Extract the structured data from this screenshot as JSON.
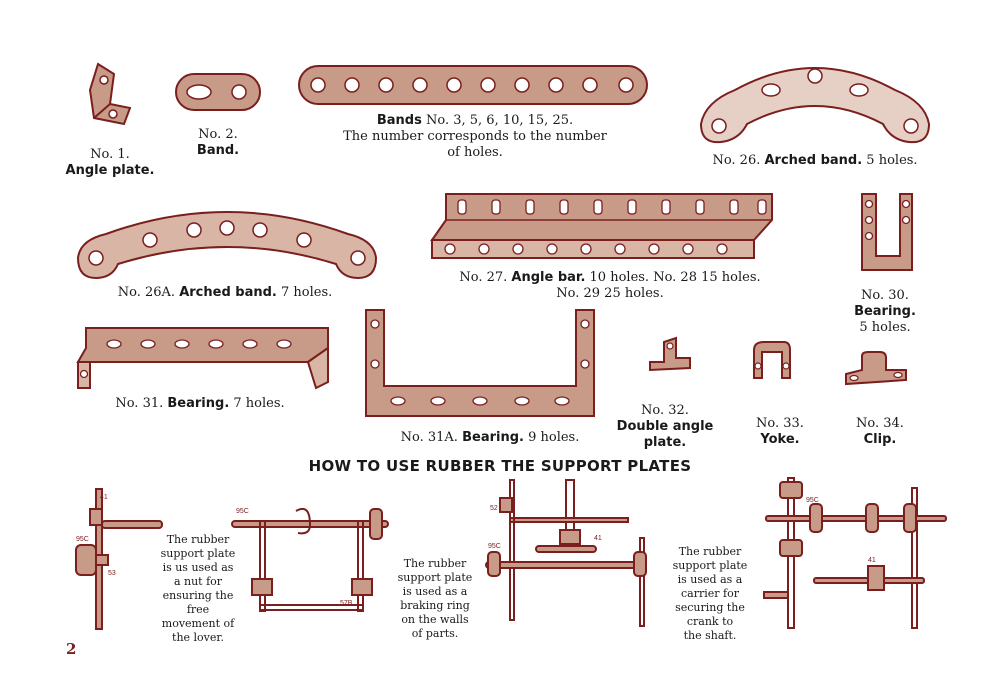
{
  "colors": {
    "part_fill": "#c89a88",
    "part_stroke": "#7a1e1e",
    "hole": "#ffffff"
  },
  "parts": {
    "p1": {
      "num": "No. 1.",
      "name": "Angle plate."
    },
    "p2": {
      "num": "No. 2.",
      "name": "Band."
    },
    "bands": {
      "name": "Bands",
      "rest": " No. 3, 5, 6, 10, 15, 25.",
      "line2": "The number corresponds to the number",
      "line3": "of holes."
    },
    "p26": {
      "num": "No. 26.",
      "name": "Arched band.",
      "rest": " 5 holes."
    },
    "p26a": {
      "num": "No. 26A.",
      "name": "Arched band.",
      "rest": " 7 holes."
    },
    "p27": {
      "num": "No. 27.",
      "name": "Angle bar.",
      "rest": " 10 holes. No. 28  15 holes.",
      "line2": "No. 29  25 holes."
    },
    "p30": {
      "num": "No. 30.",
      "name": "Bearing.",
      "rest": "5 holes."
    },
    "p31": {
      "num": "No. 31.",
      "name": "Bearing.",
      "rest": " 7 holes."
    },
    "p31a": {
      "num": "No. 31A.",
      "name": "Bearing.",
      "rest": " 9 holes."
    },
    "p32": {
      "num": "No. 32.",
      "name1": "Double angle",
      "name2": "plate."
    },
    "p33": {
      "num": "No. 33.",
      "name": "Yoke."
    },
    "p34": {
      "num": "No. 34.",
      "name": "Clip."
    }
  },
  "section_title": "HOW TO USE RUBBER THE SUPPORT PLATES",
  "notes": {
    "n1": [
      "The rubber",
      "support plate",
      "is us used as",
      "a nut for",
      "ensuring the",
      "free",
      "movement of",
      "the lover."
    ],
    "n2": [
      "The rubber",
      "support plate",
      "is used as a",
      "braking ring",
      "on the walls",
      "of parts."
    ],
    "n3": [
      "The rubber",
      "support plate",
      "is used as a",
      "carrier for",
      "securing the",
      "crank to",
      "the shaft."
    ]
  },
  "diagram_labels": {
    "l41": "41",
    "l95c": "95C",
    "l53": "53",
    "l57b": "57B",
    "l52": "52"
  },
  "page_number": "2"
}
